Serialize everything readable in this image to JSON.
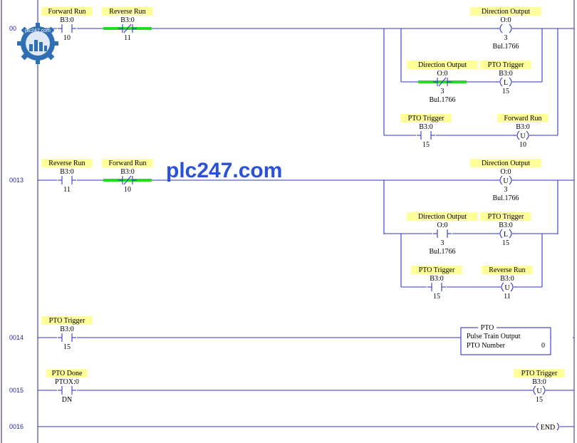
{
  "watermark": "plc247.com",
  "logo_text": "plc247.com",
  "colors": {
    "wire": "#3636c8",
    "label_bg": "#ffff99",
    "highlight": "#22dd22",
    "watermark": "#2a52d8"
  },
  "rungs": [
    {
      "number": "00",
      "main": [
        {
          "kind": "xic",
          "label": "Forward Run",
          "addr": "B3:0",
          "bit": "10"
        },
        {
          "kind": "xio",
          "label": "Reverse Run",
          "addr": "B3:0",
          "bit": "11",
          "highlight": true
        }
      ],
      "output": {
        "kind": "ote",
        "label": "Direction Output",
        "addr": "O:0",
        "bit": "3",
        "extra": "Bul.1766"
      },
      "branch_rows": [
        [
          {
            "kind": "xio",
            "label": "Direction Output",
            "addr": "O:0",
            "bit": "3",
            "extra": "Bul.1766",
            "highlight": true
          },
          {
            "kind": "otl",
            "label": "PTO Trigger",
            "addr": "B3:0",
            "bit": "15"
          }
        ],
        [
          {
            "kind": "xic",
            "label": "PTO Trigger",
            "addr": "B3:0",
            "bit": "15"
          },
          {
            "kind": "otu",
            "label": "Forward Run",
            "addr": "B3:0",
            "bit": "10"
          }
        ]
      ]
    },
    {
      "number": "0013",
      "main": [
        {
          "kind": "xic",
          "label": "Reverse Run",
          "addr": "B3:0",
          "bit": "11"
        },
        {
          "kind": "xio",
          "label": "Forward Run",
          "addr": "B3:0",
          "bit": "10",
          "highlight": true
        }
      ],
      "output": {
        "kind": "otu",
        "label": "Direction Output",
        "addr": "O:0",
        "bit": "3",
        "extra": "Bul.1766"
      },
      "branch_rows": [
        [
          {
            "kind": "xic",
            "label": "Direction Output",
            "addr": "O:0",
            "bit": "3",
            "extra": "Bul.1766"
          },
          {
            "kind": "otl",
            "label": "PTO Trigger",
            "addr": "B3:0",
            "bit": "15"
          }
        ],
        [
          {
            "kind": "xic",
            "label": "PTO Trigger",
            "addr": "B3:0",
            "bit": "15"
          },
          {
            "kind": "otu",
            "label": "Reverse Run",
            "addr": "B3:0",
            "bit": "11"
          }
        ]
      ]
    },
    {
      "number": "0014",
      "main": [
        {
          "kind": "xic",
          "label": "PTO Trigger",
          "addr": "B3:0",
          "bit": "15"
        }
      ],
      "pto": {
        "title": "PTO",
        "line1": "Pulse Train Output",
        "line2": "PTO Number",
        "value": "0"
      }
    },
    {
      "number": "0015",
      "main": [
        {
          "kind": "xic",
          "label": "PTO Done",
          "addr": "PTOX:0",
          "bit": "DN"
        }
      ],
      "output": {
        "kind": "otu",
        "label": "PTO Trigger",
        "addr": "B3:0",
        "bit": "15"
      }
    },
    {
      "number": "0016",
      "end": "END"
    }
  ]
}
